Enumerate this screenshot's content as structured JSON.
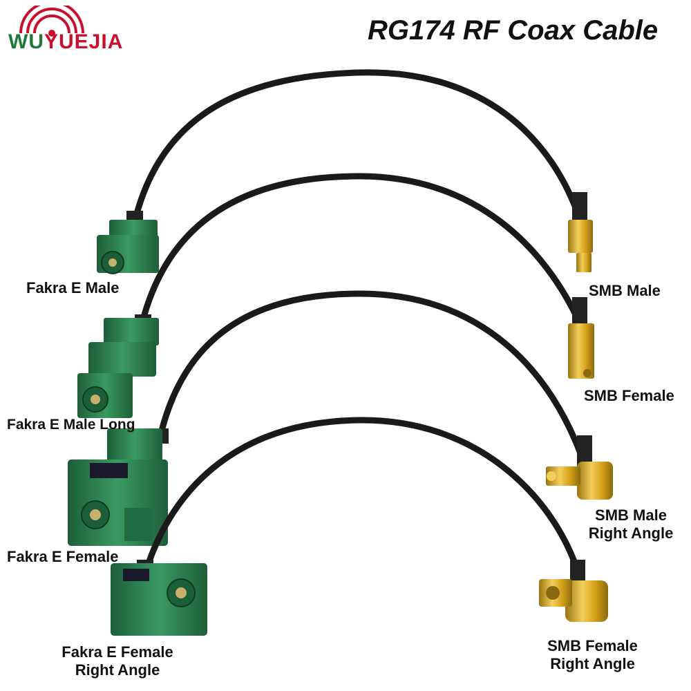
{
  "brand": {
    "prefix": "WU",
    "name": "YUEJIA",
    "prefix_color": "#1f7a3a",
    "name_color": "#c8102e"
  },
  "title": "RG174 RF Coax Cable",
  "colors": {
    "fakra_green": "#2e8b57",
    "fakra_green_dark": "#1d5e3a",
    "gold": "#d4a017",
    "gold_dark": "#9a7410",
    "cable": "#1a1a1a"
  },
  "cables": [
    {
      "left_label": "Fakra E Male",
      "right_label": [
        "SMB Male"
      ]
    },
    {
      "left_label": "Fakra E Male Long",
      "right_label": [
        "SMB Female"
      ]
    },
    {
      "left_label": "Fakra E Female",
      "right_label": [
        "SMB Male",
        "Right Angle"
      ]
    },
    {
      "left_label": [
        "Fakra E Female",
        "Right Angle"
      ],
      "right_label": [
        "SMB Female",
        "Right Angle"
      ]
    }
  ]
}
